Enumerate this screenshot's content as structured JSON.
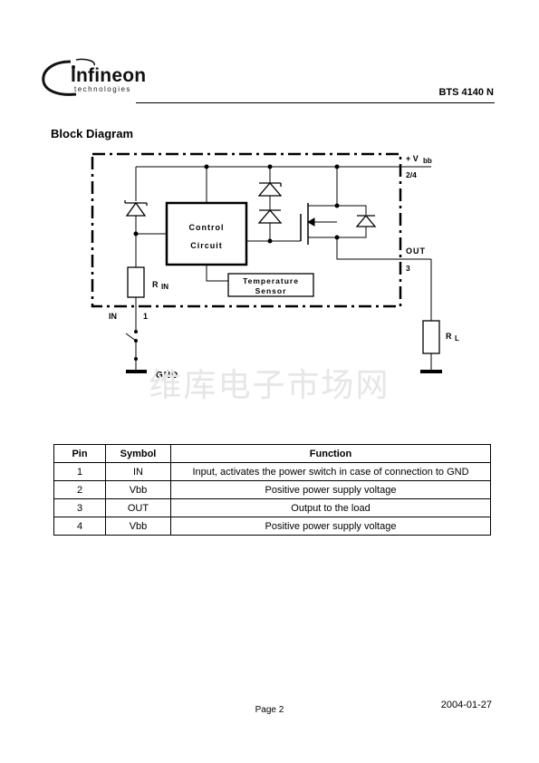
{
  "header": {
    "logo_word": "Infineon",
    "logo_sub": "technologies",
    "doc_id": "BTS 4140 N"
  },
  "section_title": "Block Diagram",
  "diagram": {
    "vbb_label": "+ V",
    "vbb_sub": "bb",
    "vbb_pins": "2/4",
    "control_line1": "Control",
    "control_line2": "Circuit",
    "temp_line1": "Temperature",
    "temp_line2": "Sensor",
    "rin_label": "R",
    "rin_sub": "IN",
    "in_label": "IN",
    "in_pin": "1",
    "out_label": "OUT",
    "out_pin": "3",
    "rl_label": "R",
    "rl_sub": "L",
    "gnd_label": "GND"
  },
  "watermark": "维库电子市场网",
  "pin_table": {
    "headers": [
      "Pin",
      "Symbol",
      "Function"
    ],
    "rows": [
      [
        "1",
        "IN",
        "Input, activates the power switch in case of connection to GND"
      ],
      [
        "2",
        "Vbb",
        "Positive power supply voltage"
      ],
      [
        "3",
        "OUT",
        "Output to the load"
      ],
      [
        "4",
        "Vbb",
        "Positive power supply voltage"
      ]
    ]
  },
  "footer": {
    "page": "Page 2",
    "date": "2004-01-27"
  }
}
